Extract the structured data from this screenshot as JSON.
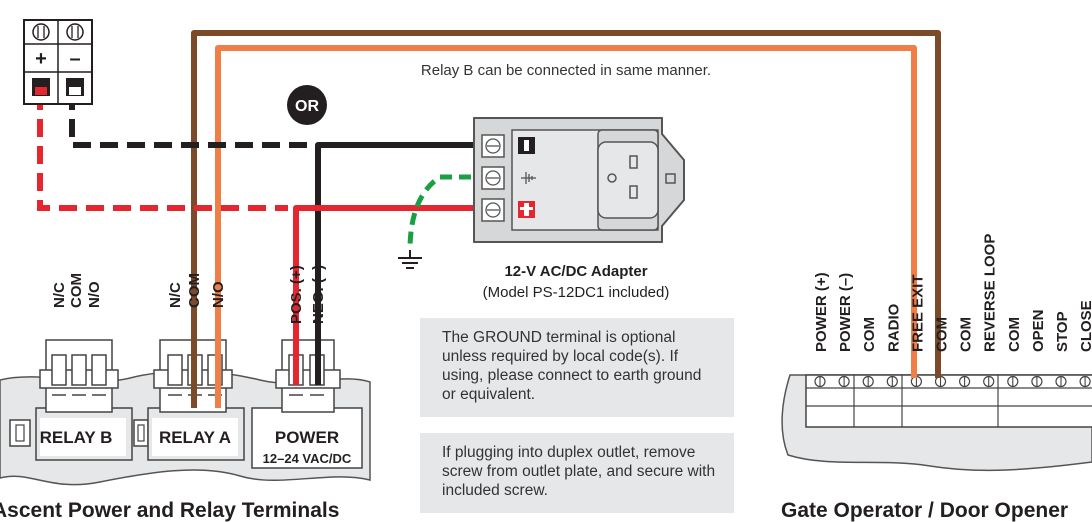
{
  "battery": {
    "plus_label": "+",
    "minus_label": "–"
  },
  "relay_b_note": "Relay B can be connected in same manner.",
  "or_badge": "OR",
  "adapter": {
    "title": "12-V AC/DC Adapter",
    "subtitle": "(Model PS-12DC1 included)",
    "neg_symbol": "−",
    "ground_symbol": "⏚",
    "pos_symbol": "+"
  },
  "ascent_terminals": {
    "relay_b": {
      "pins": [
        "N/C",
        "COM",
        "N/O"
      ],
      "label": "RELAY B"
    },
    "relay_a": {
      "pins": [
        "N/C",
        "COM",
        "N/O"
      ],
      "label": "RELAY A"
    },
    "power": {
      "pins": [
        "POS. (+)",
        "NEG. (–)"
      ],
      "label": "POWER",
      "sublabel": "12–24 VAC/DC"
    }
  },
  "gate_terminals": [
    "POWER (+)",
    "POWER (–)",
    "COM",
    "RADIO",
    "FREE EXIT",
    "COM",
    "COM",
    "REVERSE LOOP",
    "COM",
    "OPEN",
    "STOP",
    "CLOSE"
  ],
  "notes": {
    "ground": "The GROUND terminal is optional unless required by local code(s). If using, please connect to earth ground or equivalent.",
    "duplex": "If plugging into duplex outlet, remove screw from outlet plate, and secure with included screw."
  },
  "captions": {
    "left": "Ascent Power and Relay Terminals",
    "right": "Gate Operator / Door Opener"
  },
  "colors": {
    "brown": "#7b4a29",
    "orange": "#f07f47",
    "black": "#231f20",
    "red": "#e5262f",
    "green": "#1aa043",
    "gray_fill": "#e6e7e8",
    "adapter_gray": "#d6d7d8",
    "outline": "#555555"
  }
}
